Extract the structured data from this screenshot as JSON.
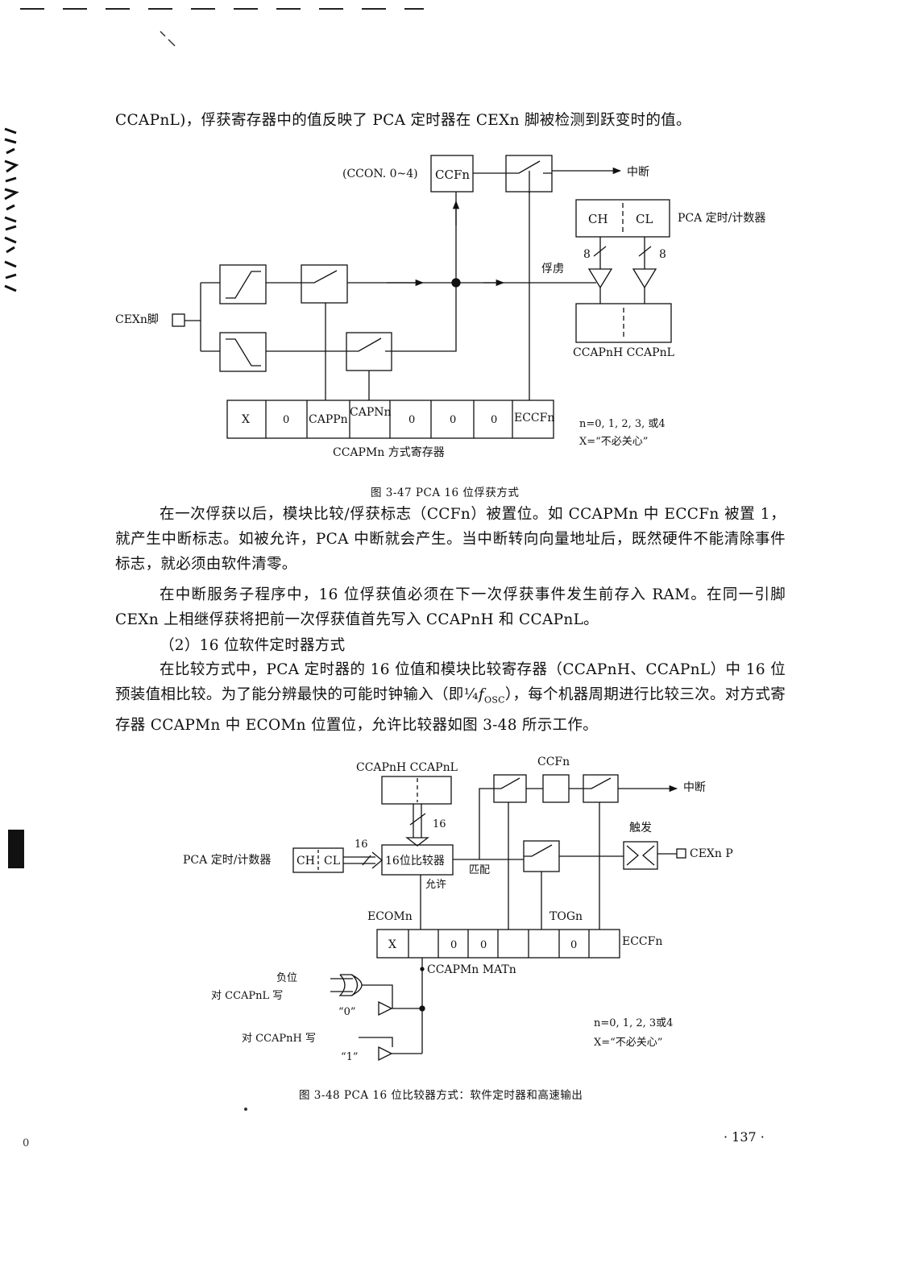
{
  "paragraphs": {
    "p1": "CCAPnL)，俘获寄存器中的值反映了 PCA 定时器在 CEXn 脚被检测到跃变时的值。",
    "p2": "在一次俘获以后，模块比较/俘获标志（CCFn）被置位。如 CCAPMn 中 ECCFn 被置 1，就产生中断标志。如被允许，PCA 中断就会产生。当中断转向向量地址后，既然硬件不能清除事件标志，就必须由软件清零。",
    "p3": "在中断服务子程序中，16 位俘获值必须在下一次俘获事件发生前存入 RAM。在同一引脚 CEXn 上相继俘获将把前一次俘获值首先写入 CCAPnH 和 CCAPnL。",
    "p4": "（2）16 位软件定时器方式",
    "p5a": "在比较方式中，PCA 定时器的 16 位值和模块比较寄存器（CCAPnH、CCAPnL）中 16 位预装值相比较。为了能分辨最快的可能时钟输入（即",
    "p5frac": "¼",
    "p5f": "f",
    "p5sub": "OSC",
    "p5b": "），每个机器周期进行比较三次。对方式寄存器 CCAPMn 中 ECOMn 位置位，允许比较器如图 3-48 所示工作。"
  },
  "figure1": {
    "ccon": "(CCON. 0~4)",
    "ccfn": "CCFn",
    "interrupt": "中断",
    "timer": "PCA 定时/计数器",
    "ch": "CH",
    "cl": "CL",
    "bits_h": "8",
    "bits_l": "8",
    "capture": "俘虏",
    "cexn_pin": "CEXn脚",
    "ccapnh_ccapnl": "CCAPnH CCAPnL",
    "regs": [
      "X",
      "0",
      "CAPPn",
      "CAPNn",
      "0",
      "0",
      "0",
      "ECCFn"
    ],
    "reg_name": "CCAPMn 方式寄存器",
    "note_n": "n=0, 1, 2, 3, 或4",
    "note_x": "X=“不必关心”",
    "caption": "图 3-47    PCA 16 位俘获方式"
  },
  "figure2": {
    "ccapnh_ccapnl": "CCAPnH CCAPnL",
    "bits_16a": "16",
    "bits_16b": "16",
    "timer": "PCA 定时/计数器",
    "ch": "CH",
    "cl": "CL",
    "comparator": "16位比较器",
    "match": "匹配",
    "enable": "允许",
    "ccfn": "CCFn",
    "interrupt": "中断",
    "trigger": "触发",
    "cexn_p": "CEXn P",
    "ecomn": "ECOMn",
    "togn": "TOGn",
    "eccfn": "ECCFn",
    "regs": [
      "X",
      "",
      "0",
      "0",
      "",
      "",
      "0",
      ""
    ],
    "reg_name": "CCAPMn MATn",
    "reset": "负位",
    "write_l": "对 CCAPnL 写",
    "q0": "“0”",
    "write_h": "对 CCAPnH 写",
    "q1": "“1”",
    "note_n": "n=0, 1, 2, 3或4",
    "note_x": "X=“不必关心”",
    "caption": "图 3-48    PCA 16 位比较器方式：软件定时器和高速输出"
  },
  "page_number": "· 137 ·",
  "margin_mark": "0"
}
